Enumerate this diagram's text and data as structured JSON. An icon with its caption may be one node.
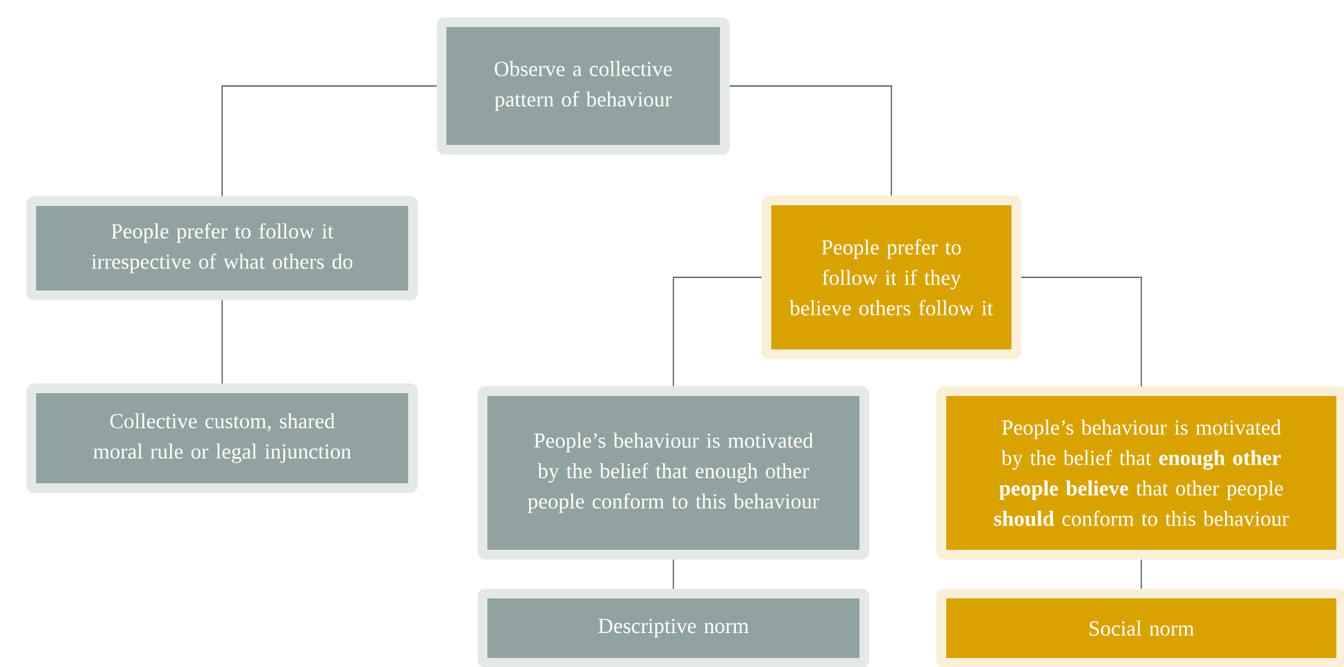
{
  "diagram": {
    "nodes": [
      {
        "text": [
          "Observe a collective pattern of behaviour"
        ]
      },
      {
        "text": [
          "People prefer to follow it irrespective of what others do"
        ]
      },
      {
        "text": [
          "People prefer to follow it if they believe others follow it"
        ]
      },
      {
        "text": [
          "Collective custom, shared moral rule or legal injunction"
        ]
      },
      {
        "text": [
          "People’s behaviour is motivated by the belief that enough other people conform to this behaviour"
        ]
      },
      {
        "text": [
          "People’s behaviour is motivated by the belief that **enough other people believe** that other people **should** conform to this behaviour"
        ]
      },
      {
        "text": [
          "Descriptive norm"
        ]
      },
      {
        "text": [
          "Social norm"
        ]
      }
    ],
    "edges": [
      {
        "from": 0,
        "to": 1,
        "arrow": "none"
      },
      {
        "from": 0,
        "to": 2,
        "arrow": "none"
      },
      {
        "from": 1,
        "to": 3,
        "arrow": "none"
      },
      {
        "from": 2,
        "to": 4,
        "arrow": "none"
      },
      {
        "from": 2,
        "to": 5,
        "arrow": "none"
      },
      {
        "from": 4,
        "to": 6,
        "arrow": "none"
      },
      {
        "from": 5,
        "to": 7,
        "arrow": "none"
      }
    ]
  }
}
